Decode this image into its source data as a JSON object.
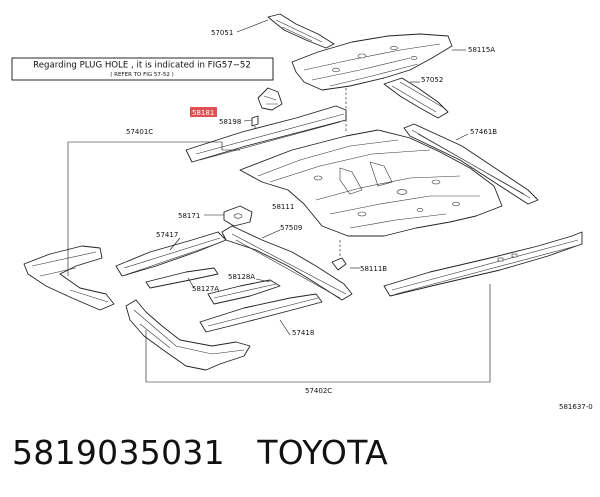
{
  "note": {
    "line1": "Regarding  PLUG HOLE , it is indicated in FIG57−52",
    "line2": "( REFER TO FIG 57-52 )"
  },
  "parts": {
    "p57051": "57051",
    "p58115a": "58115A",
    "p57052": "57052",
    "p58181": "58181",
    "p58198": "58198",
    "p57401c": "57401C",
    "p57461b": "57461B",
    "p58111": "58111",
    "p58171": "58171",
    "p57509": "57509",
    "p57417": "57417",
    "p58128a": "58128A",
    "p58127a": "58127A",
    "p58111b": "58111B",
    "p57418": "57418",
    "p57402c": "57402C"
  },
  "figure_code": "581637-0",
  "caption": {
    "part_number": "5819035031",
    "brand": "TOYOTA"
  },
  "colors": {
    "highlight": "#e05050",
    "ink": "#222222"
  }
}
